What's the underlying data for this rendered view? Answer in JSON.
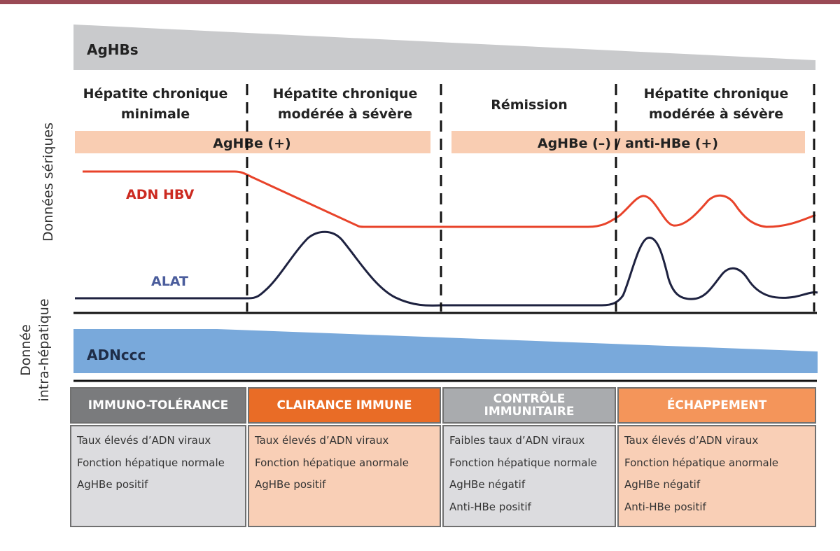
{
  "colors": {
    "hbv_line": "#e8432a",
    "alat_line": "#1e2240",
    "aghbs_band": "#c9cacc",
    "aghbe_band": "#f9cdb2",
    "adnccc_band": "#79a9db",
    "phase_gray_head": "#7a7b7d",
    "phase_gray_body": "#dcdcdf",
    "phase_orange_head": "#e96c26",
    "phase_orange_body": "#f9cfb6",
    "phase_light_gray_head": "#a9abae",
    "phase_light_orange_head": "#f4955a"
  },
  "axis": {
    "serum_label": "Données sériques",
    "liver_label_1": "Donnée",
    "liver_label_2": "intra-hépatique"
  },
  "aghbs": {
    "label": "AgHBs"
  },
  "periods": [
    {
      "line1": "Hépatite chronique",
      "line2": "minimale"
    },
    {
      "line1": "Hépatite chronique",
      "line2": "modérée à sévère"
    },
    {
      "line1": "Rémission",
      "line2": ""
    },
    {
      "line1": "Hépatite chronique",
      "line2": "modérée à sévère"
    }
  ],
  "aghbe": {
    "positive": "AgHBe (+)",
    "negative": "AgHBe (–) / anti-HBe (+)"
  },
  "series": {
    "hbv": "ADN HBV",
    "alat": "ALAT"
  },
  "adnccc": {
    "label": "ADNccc"
  },
  "phases": [
    {
      "title": "IMMUNO-TOLÉRANCE",
      "title_line2": "",
      "lines": [
        "Taux élevés d’ADN viraux",
        "Fonction hépatique normale",
        "AgHBe positif"
      ]
    },
    {
      "title": "CLAIRANCE IMMUNE",
      "title_line2": "",
      "lines": [
        "Taux élevés d’ADN viraux",
        "Fonction hépatique anormale",
        "AgHBe positif"
      ]
    },
    {
      "title": "CONTRÔLE",
      "title_line2": "IMMUNITAIRE",
      "lines": [
        "Faibles taux d’ADN viraux",
        "Fonction hépatique normale",
        "AgHBe négatif",
        "Anti-HBe positif"
      ]
    },
    {
      "title": "ÉCHAPPEMENT",
      "title_line2": "",
      "lines": [
        "Taux élevés d’ADN viraux",
        "Fonction hépatique anormale",
        "AgHBe négatif",
        "Anti-HBe positif"
      ]
    }
  ]
}
